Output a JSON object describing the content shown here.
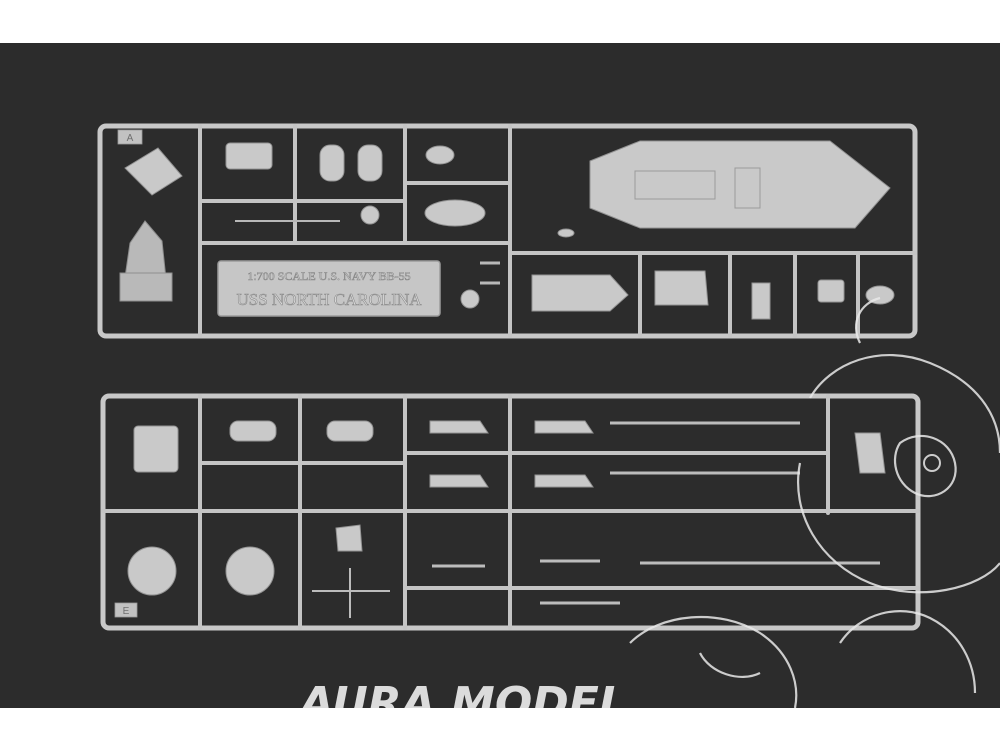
{
  "photo": {
    "subject": "plastic model kit sprues on dark carpet background",
    "colors": {
      "background": "#2c2c2c",
      "plastic": "#c4c4c4",
      "watermark": "#eeeeee"
    }
  },
  "sprue_a": {
    "letter": "A",
    "plate_line1": "1:700 SCALE U.S. NAVY BB-55",
    "plate_line2": "USS NORTH CAROLINA"
  },
  "sprue_e": {
    "letter": "E"
  },
  "watermark": {
    "text": "AURA MODEL",
    "icon": "cartoon-character-logo"
  }
}
